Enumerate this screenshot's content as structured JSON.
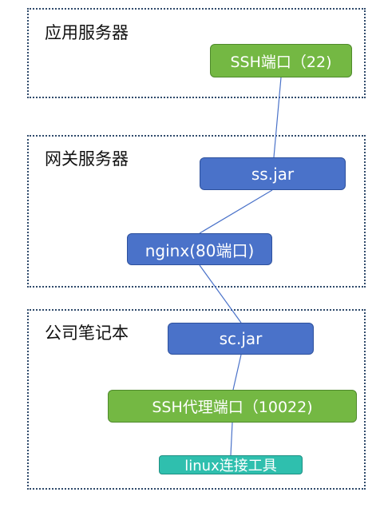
{
  "zones": {
    "app_server": {
      "label": "应用服务器"
    },
    "gateway_server": {
      "label": "网关服务器"
    },
    "company_laptop": {
      "label": "公司笔记本"
    }
  },
  "nodes": {
    "ssh_port": {
      "label": "SSH端口（22)"
    },
    "ss_jar": {
      "label": "ss.jar"
    },
    "nginx": {
      "label": "nginx(80端口)"
    },
    "sc_jar": {
      "label": "sc.jar"
    },
    "ssh_proxy_port": {
      "label": "SSH代理端口（10022)"
    },
    "linux_tool": {
      "label": "linux连接工具"
    }
  },
  "colors": {
    "zone_border": "#2f4a6b",
    "green": "#74b843",
    "blue": "#4a72c9",
    "teal": "#2fbfae",
    "link": "#4a72c9"
  }
}
